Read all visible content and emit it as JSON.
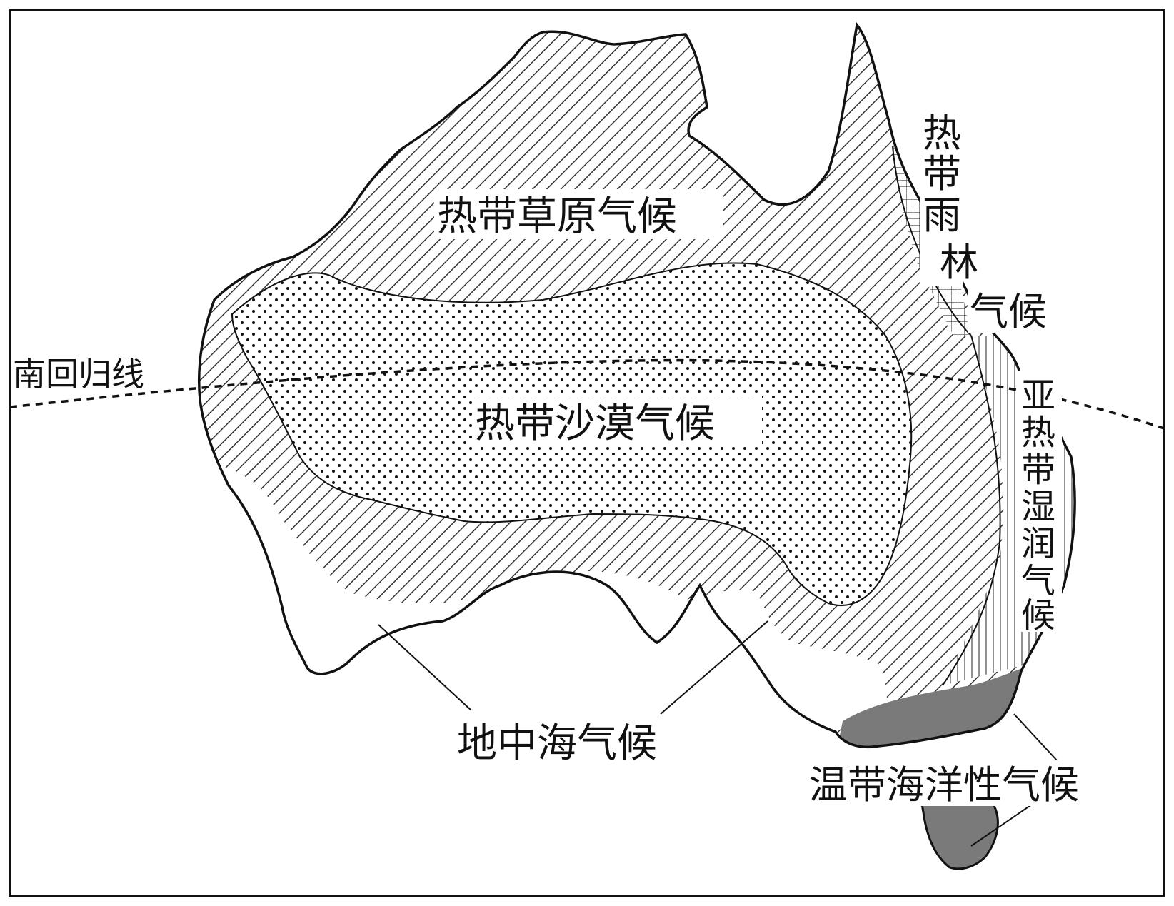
{
  "map": {
    "tropic_label": "南回归线",
    "regions": [
      {
        "id": "savanna",
        "label": "热带草原气候",
        "pattern": "diagonal-hatch"
      },
      {
        "id": "desert",
        "label": "热带沙漠气候",
        "pattern": "dots"
      },
      {
        "id": "rainforest",
        "label_chars": [
          "热",
          "带",
          "雨",
          "林"
        ],
        "label_tail": "气候",
        "pattern": "grid"
      },
      {
        "id": "humid-subtropical",
        "label_chars": [
          "亚",
          "热",
          "带",
          "湿",
          "润",
          "气",
          "候"
        ],
        "pattern": "vertical-lines"
      },
      {
        "id": "mediterranean",
        "label": "地中海气候",
        "pattern": "blank"
      },
      {
        "id": "oceanic",
        "label": "温带海洋性气候",
        "pattern": "solid-gray"
      }
    ],
    "colors": {
      "outline": "#111111",
      "oceanic_fill": "#7a7a7a",
      "hatch": "#333333"
    }
  }
}
